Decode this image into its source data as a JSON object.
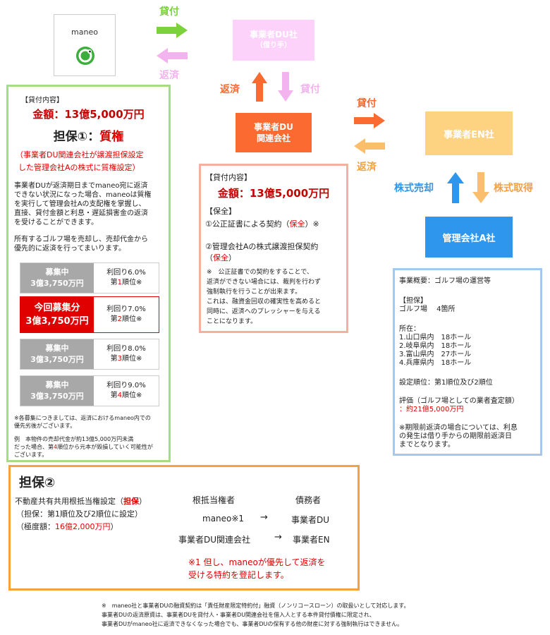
{
  "colors": {
    "green": "#7cd23d",
    "green_border": "#a5dc84",
    "pink_light": "#fcd2fa",
    "pink_mid": "#f3b3ee",
    "orange": "#fa6a31",
    "orange_light": "#fabe6c",
    "yellow_box": "#fdd382",
    "blue": "#2f96ed",
    "blue_border": "#a3c9f0",
    "salmon_border": "#f5b0a0",
    "orange_border": "#f6a13e"
  },
  "icons": {
    "maneo_logo": "frog-logo-icon"
  },
  "maneo": {
    "name": "maneo"
  },
  "borrower": {
    "line1": "事業者DU社",
    "line2": "（借り手）"
  },
  "du_related": {
    "line1": "事業者DU",
    "line2": "関連会社"
  },
  "en": {
    "name": "事業者EN社"
  },
  "mgmt": {
    "name": "管理会社A社"
  },
  "arrows": {
    "lend_top": "貸付",
    "repay_top": "返済",
    "repay_mid": "返済",
    "lend_mid": "貸付",
    "lend_right": "貸付",
    "repay_right": "返済",
    "stock_sell": "株式売却",
    "stock_buy": "株式取得"
  },
  "left_panel": {
    "heading": "【貸付内容】",
    "amount": "金額：13億5,000万円",
    "collateral_label": "担保①：",
    "collateral_kind": "質権",
    "note1": "（事業者DU関連会社が譲渡担保設定",
    "note2": "した管理会社Aの株式に質権設定）",
    "para1": [
      "事業者DUが返済期日までmaneo宛に返済",
      "できない状況になった場合、maneoは質権",
      "を実行して管理会社Aの支配権を掌握し、",
      "直接、貸付金額と利息・遅延損害金の返済",
      "を受けることができます。"
    ],
    "para2": [
      "所有するゴルフ場を売却し、売却代金から",
      "優先的に返済を行ってまいります。"
    ],
    "rows": [
      {
        "status": "募集中",
        "amount": "3億3,750万円",
        "yield": "利回り6.0%",
        "rank_pre": "第",
        "rank_num": "1",
        "rank_post": "順位※"
      },
      {
        "status": "今回募集分",
        "amount": "3億3,750万円",
        "yield": "利回り7.0%",
        "rank_pre": "第",
        "rank_num": "2",
        "rank_post": "順位※"
      },
      {
        "status": "募集中",
        "amount": "3億3,750万円",
        "yield": "利回り8.0%",
        "rank_pre": "第",
        "rank_num": "3",
        "rank_post": "順位※"
      },
      {
        "status": "募集中",
        "amount": "3億3,750万円",
        "yield": "利回り9.0%",
        "rank_pre": "第",
        "rank_num": "4",
        "rank_post": "順位※"
      }
    ],
    "foot1": [
      "※各募集につきましては、返済におけるmaneo内での",
      "優先劣後がございます。"
    ],
    "foot2_a": "例　本物件の売却代金が約13億5,000万円未満",
    "foot2_b1": "だった場合、第",
    "foot2_b2": "4",
    "foot2_b3": "順位から元本が毀損していく可能性が",
    "foot2_c": "ございます。"
  },
  "center_panel": {
    "heading": "【貸付内容】",
    "amount": "金額：13億5,000万円",
    "hozen": "【保全】",
    "item1_pre": "①公正証書による契約（",
    "item1_red": "保全",
    "item1_post": "）※",
    "item2": "②管理会社Aの株式譲渡担保契約",
    "item2b_pre": "（",
    "item2b_red": "保全",
    "item2b_post": "）",
    "note": [
      "※　公正証書での契約をすることで、",
      "返済ができない場合には、裁判を行わず",
      "強制執行を行うことが出来ます。",
      "これは、融資金回収の確実性を高めると",
      "同時に、返済へのプレッシャーを与える",
      "ことになります。"
    ]
  },
  "right_panel": {
    "l1": "事業概要：ゴルフ場の運営等",
    "l2": "【担保】",
    "l3": "ゴルフ場　 4箇所",
    "l4": "所在：",
    "l5": "1.山口県内　18ホール",
    "l6": "2.岐阜県内　18ホール",
    "l7": "3.富山県内　27ホール",
    "l8": "4.兵庫県内　18ホール",
    "l9": "設定順位：第1順位及び2順位",
    "l10": "評価（ゴルフ場としての業者査定額）",
    "l11": "：約21億5,000万円",
    "l12": "※期限前返済の場合については、利息",
    "l13": "の発生は借り手からの期限前返済日",
    "l14": "までとなります。"
  },
  "bottom_panel": {
    "title": "担保②",
    "line1_pre": "不動産共有共用根抵当権設定（",
    "line1_red": "担保",
    "line1_post": "）",
    "line2": "（担保：第1順位及び2順位に設定）",
    "line3_pre": "（極度額：",
    "line3_red": "16億2,000万円",
    "line3_post": "）",
    "col1_head": "根抵当権者",
    "col2_head": "債務者",
    "r1_c1": "maneo※1",
    "r1_arrow": "→",
    "r1_c2": "事業者DU",
    "r2_c1": "事業者DU関連会社",
    "r2_arrow": "→",
    "r2_c2": "事業者EN",
    "note1": "※1 但し、maneoが優先して返済を",
    "note2": "受ける特約を登記します。"
  },
  "footer": {
    "l1": "※　maneo社と事業者DUの融資契約は「責任財産限定特約付」融資（ノンリコースローン）の取扱いとして対応します。",
    "l2": "事業者DUの返済原資は、事業者DUを貸付人・事業者DU関連会社を借入人とする本件貸付債権に限定され、",
    "l3": "事業者DUがmaneo社に返済できなくなった場合でも、事業者DUの保有する他の財産に対する強制執行はできません。"
  }
}
